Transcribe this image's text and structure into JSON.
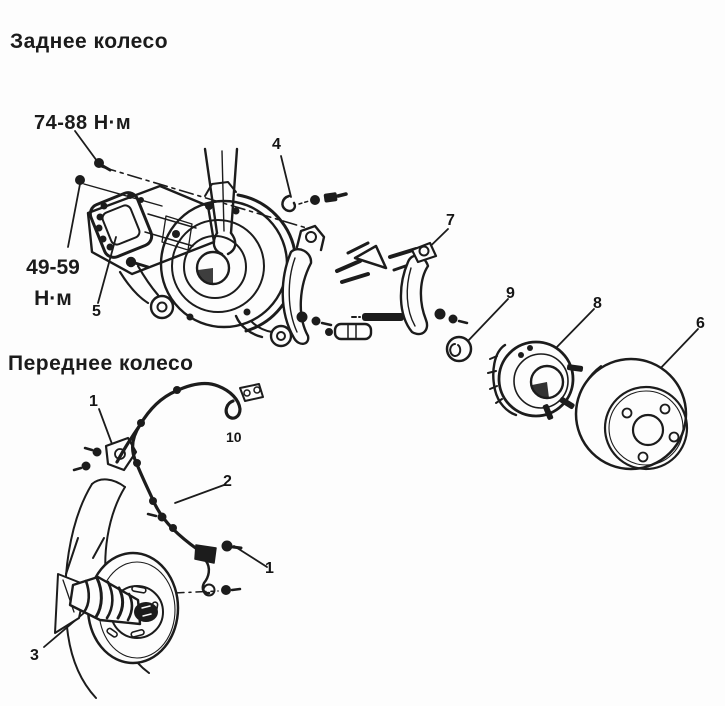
{
  "colors": {
    "background": "#fdfdfd",
    "ink": "#1c1c1c"
  },
  "rear": {
    "title": "Заднее колесо",
    "torque_upper": "74-88 Н·м",
    "torque_lower_line1": "49-59",
    "torque_lower_line2": "Н·м",
    "callouts": [
      {
        "n": "4",
        "part": "hook-clip"
      },
      {
        "n": "7",
        "part": "brake-shoe"
      },
      {
        "n": "5",
        "part": "parking-brake-actuator"
      },
      {
        "n": "9",
        "part": "retainer-washer"
      },
      {
        "n": "8",
        "part": "hub-assembly"
      },
      {
        "n": "6",
        "part": "brake-drum"
      }
    ]
  },
  "front": {
    "title": "Переднее колесо",
    "callouts": [
      {
        "n": "1",
        "part": "sensor-bracket-upper"
      },
      {
        "n": "2",
        "part": "abs-sensor-harness"
      },
      {
        "n": "10",
        "part": "harness-clip"
      },
      {
        "n": "1",
        "part": "sensor-bracket-lower"
      },
      {
        "n": "3",
        "part": "driveshaft-boot"
      }
    ]
  }
}
